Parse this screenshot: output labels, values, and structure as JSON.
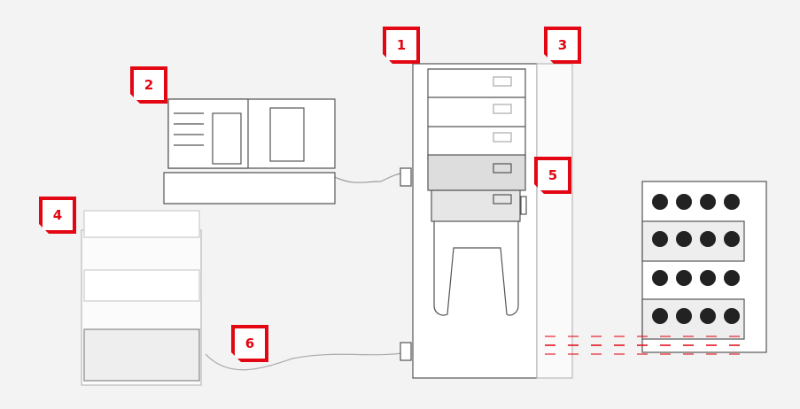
{
  "labels": {
    "ups": "1",
    "generator": "2",
    "bypass": "3",
    "batteries": "4",
    "static_switch": "5",
    "cabling": "6"
  },
  "colors": {
    "accent": "#e30613",
    "background": "#f3f3f3",
    "stroke": "#555555"
  }
}
